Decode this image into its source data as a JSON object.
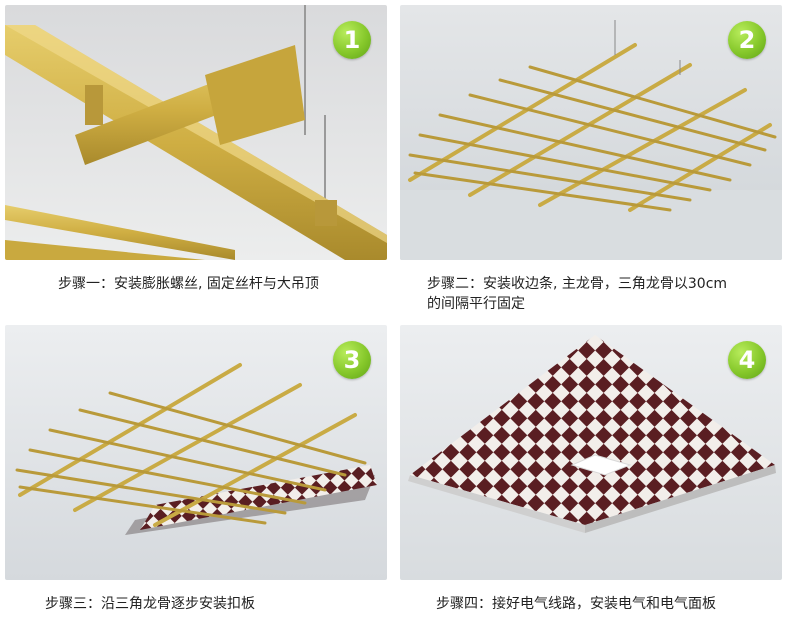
{
  "steps": [
    {
      "number": "1",
      "caption_lines": [
        "步骤一：安装膨胀螺丝, 固定丝杆与大吊顶"
      ]
    },
    {
      "number": "2",
      "caption_lines": [
        "步骤二：安装收边条, 主龙骨，三角龙骨以30cm",
        "的间隔平行固定"
      ]
    },
    {
      "number": "3",
      "caption_lines": [
        "步骤三：沿三角龙骨逐步安装扣板"
      ]
    },
    {
      "number": "4",
      "caption_lines": [
        "步骤四：接好电气线路，安装电气和电气面板"
      ]
    }
  ],
  "colors": {
    "keel": "#d2b44a",
    "badge": "#86c82b",
    "tile_dark": "#5a1e22",
    "tile_light": "#f2eeea"
  }
}
